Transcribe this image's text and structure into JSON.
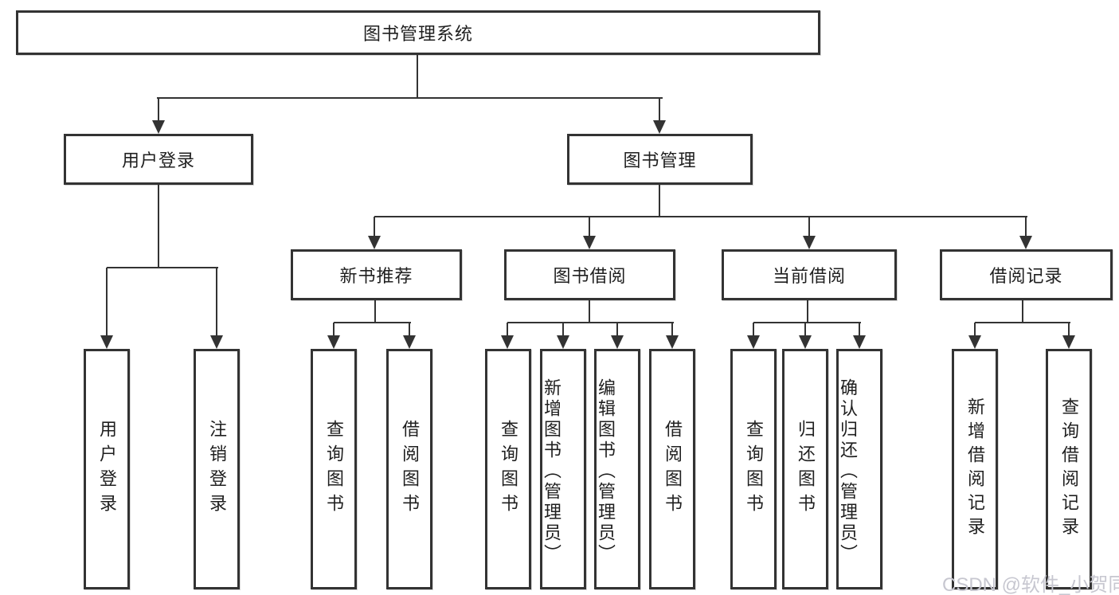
{
  "root": {
    "label": "图书管理系统"
  },
  "branches": {
    "user_login": {
      "label": "用户登录"
    },
    "book_mgmt": {
      "label": "图书管理"
    }
  },
  "modules": {
    "new_books": {
      "label": "新书推荐"
    },
    "book_borrow": {
      "label": "图书借阅"
    },
    "current_borrow": {
      "label": "当前借阅"
    },
    "borrow_records": {
      "label": "借阅记录"
    }
  },
  "leaves": {
    "user_login": {
      "label": "用户登录"
    },
    "logout": {
      "label": "注销登录"
    },
    "newbooks_query": {
      "label": "查询图书"
    },
    "newbooks_borrow": {
      "label": "借阅图书"
    },
    "borrow_query": {
      "label": "查询图书"
    },
    "borrow_add": {
      "label": "新增图书（管理员）"
    },
    "borrow_edit": {
      "label": "编辑图书（管理员）"
    },
    "borrow_borrow": {
      "label": "借阅图书"
    },
    "current_query": {
      "label": "查询图书"
    },
    "current_return": {
      "label": "归还图书"
    },
    "current_confirm": {
      "label": "确认归还（管理员）"
    },
    "records_add": {
      "label": "新增借阅记录"
    },
    "records_query": {
      "label": "查询借阅记录"
    }
  },
  "watermark": {
    "text": "CSDN @软件_小贺同学"
  },
  "colors": {
    "line": "#333333",
    "text": "#1f1f1f",
    "background": "#ffffff",
    "watermark": "#c7c7d0"
  }
}
